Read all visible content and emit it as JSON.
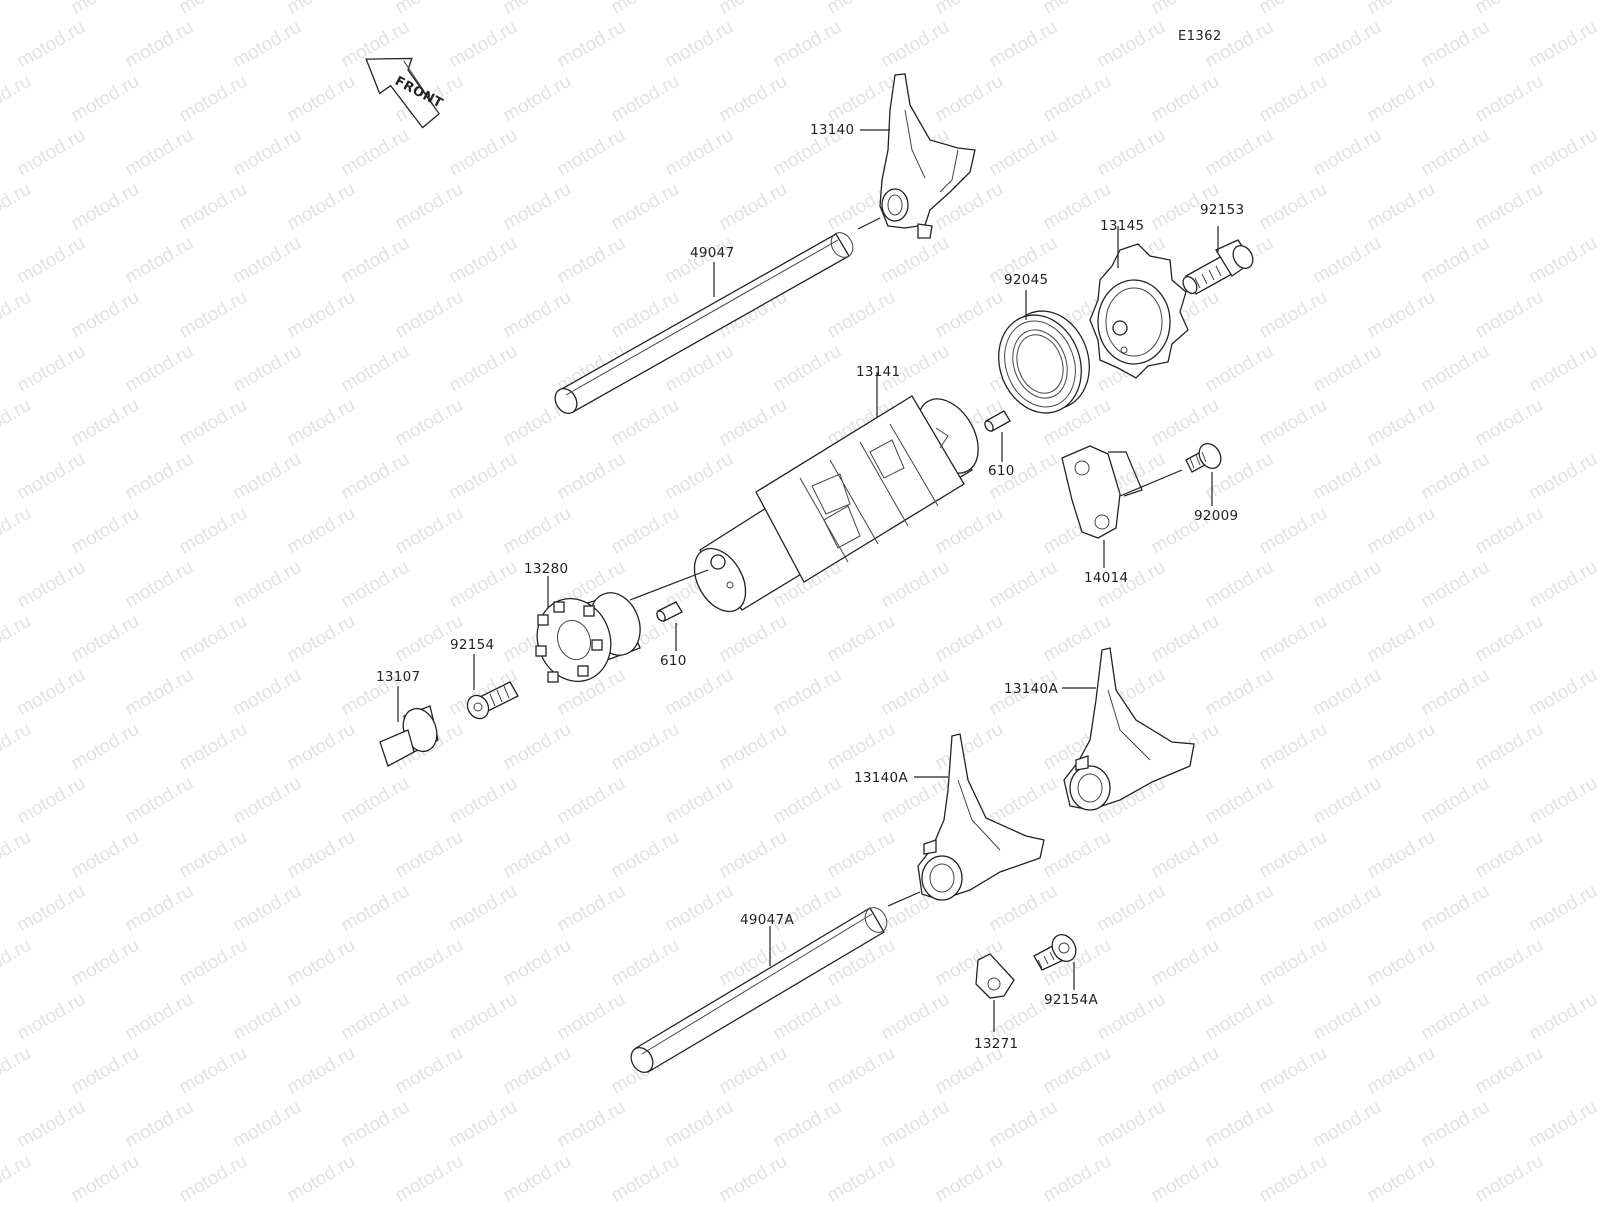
{
  "watermark": "motod.ru",
  "diagram_code": "E1362",
  "front_label": "FRONT",
  "parts": [
    {
      "id": "13140"
    },
    {
      "id": "49047"
    },
    {
      "id": "13145"
    },
    {
      "id": "92153"
    },
    {
      "id": "92045"
    },
    {
      "id": "13141"
    },
    {
      "id": "610"
    },
    {
      "id": "92009"
    },
    {
      "id": "14014"
    },
    {
      "id": "13280"
    },
    {
      "id": "610"
    },
    {
      "id": "92154"
    },
    {
      "id": "13107"
    },
    {
      "id": "13140A"
    },
    {
      "id": "13140A"
    },
    {
      "id": "49047A"
    },
    {
      "id": "92154A"
    },
    {
      "id": "13271"
    }
  ]
}
